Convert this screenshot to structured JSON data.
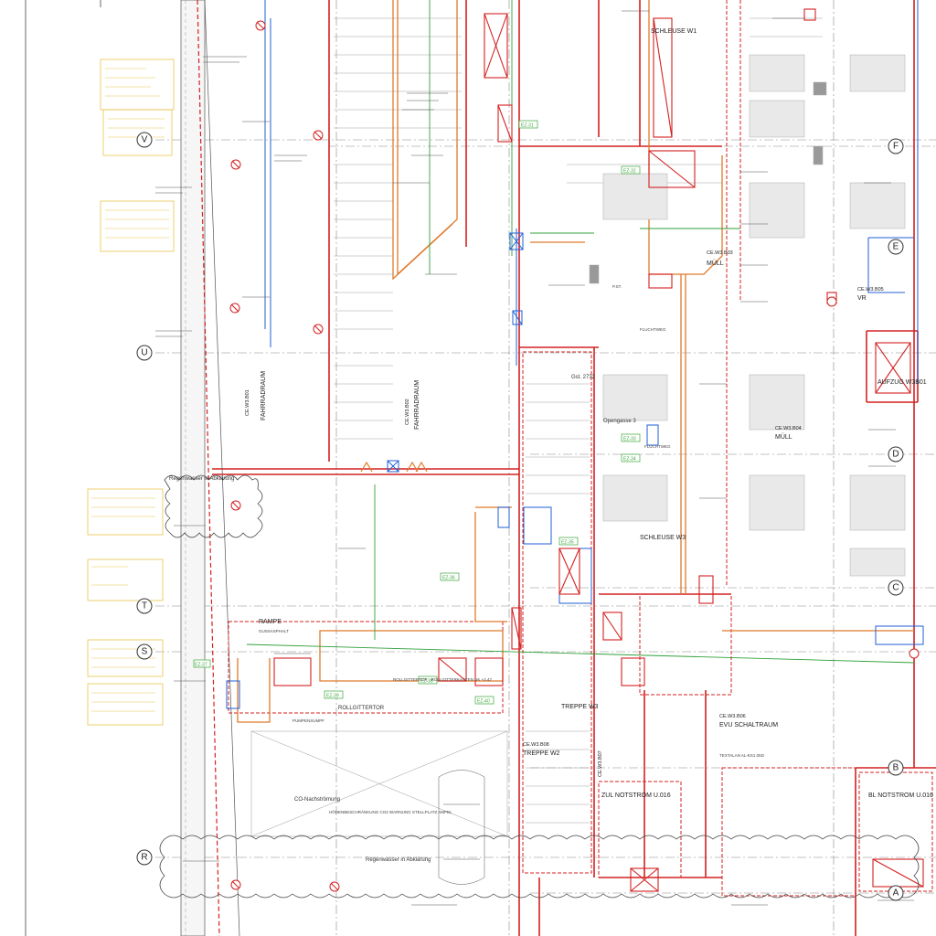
{
  "grid_labels": {
    "rows_left": [
      "V",
      "U",
      "T",
      "S",
      "R"
    ],
    "rows_right": [
      "F",
      "E",
      "D",
      "C",
      "B",
      "A"
    ]
  },
  "rooms": {
    "fahrradraum_1": "FAHRRADRAUM",
    "fahrradraum_2": "FAHRRADRAUM",
    "schleuse_w1": "SCHLEUSE W1",
    "schleuse_w3": "SCHLEUSE W3",
    "muell_1": "MÜLL",
    "muell_2": "MÜLL",
    "vr": "VR",
    "aufzug": "AUFZUG W3B01",
    "rampe": "RAMPE",
    "treppe_w3": "TREPPE W3",
    "treppe_w2": "TREPPE W2",
    "evu": "EVU SCHALTRAUM",
    "zul_notstrom": "ZUL NOTSTROM U.016",
    "bl_notstrom": "BL NOTSTROM U.016"
  },
  "room_codes": {
    "w3b01": "CE.W3.B01",
    "w3b02": "CE.W3.B02",
    "w3b03": "CE.W3.B03",
    "w3b04": "CE.W3.B04",
    "w3b05": "CE.W3.B05",
    "w3b06": "CE.W3.B06",
    "w3b07": "CE.W3.B07",
    "w3b08": "CE.W3.B08"
  },
  "annotations": {
    "regenwasser_1": "Regenwasser in Abklärung",
    "regenwasser_2": "Regenwasser in Abklärung",
    "co_nachstroemung": "CO-Nachströmung",
    "rollgittertor": "ROLLGITTERTOR",
    "rollgittertor_2": "ROLLGITTERTOR · ROLLGITTERKASTEN UK +2.47",
    "fluchtweg_1": "FLUCHTWEG",
    "fluchtweg_2": "FLUCHTWEG",
    "gst": "Gst. 2732",
    "opengasse": "Opengasse 3",
    "pumpensumpf": "PUMPENSUMPF",
    "hoehenbeschraenkung": "HÖHENBESCHRÄNKUNG CO2 WARNUNG STELLPLATZ AMPEL",
    "textalan": "TEXTALAN AL-ES1.05D",
    "gussasphalt": "GUSSASPHALT",
    "pst": "P.ST."
  },
  "tags": {
    "ez": [
      "EZ-31",
      "EZ-32",
      "EZ-33",
      "EZ-34",
      "EZ-35",
      "EZ-36",
      "EZ-37",
      "EZ-38",
      "EZ-39",
      "EZ-40"
    ]
  },
  "colors": {
    "wall_red": "#d42020",
    "duct_orange": "#e07a2a",
    "pipe_blue": "#1f5fd6",
    "pipe_green": "#2fa03a",
    "legend_yellow": "#e8c44a",
    "grid": "#777777",
    "tag_green": "#3aa63a"
  }
}
